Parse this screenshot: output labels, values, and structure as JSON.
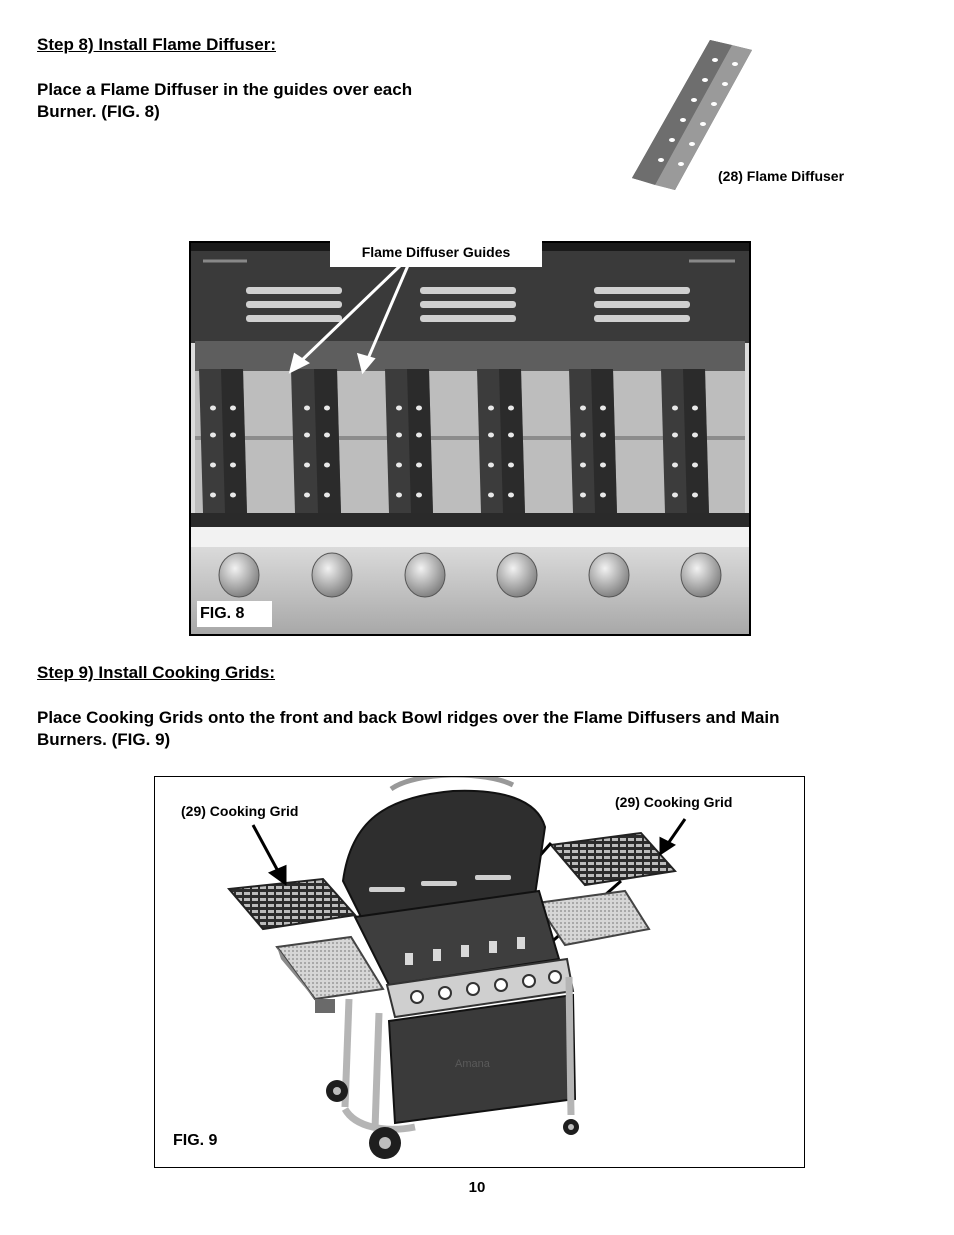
{
  "step8": {
    "heading": "Step 8) Install Flame Diffuser:",
    "instruction_line1": "Place a Flame Diffuser in the guides over each",
    "instruction_line2": "Burner. (FIG. 8)",
    "part_label": "(28) Flame Diffuser"
  },
  "fig8": {
    "guides_label": "Flame Diffuser Guides",
    "label": "FIG. 8"
  },
  "step9": {
    "heading": "Step 9) Install Cooking Grids:",
    "instruction_line1": "Place Cooking Grids onto the front and back Bowl ridges over the Flame Diffusers and Main",
    "instruction_line2": "Burners. (FIG. 9)"
  },
  "fig9": {
    "left_part_label": "(29) Cooking Grid",
    "right_part_label": "(29) Cooking Grid",
    "brand": "Amana",
    "label": "FIG. 9"
  },
  "page_number": "10"
}
